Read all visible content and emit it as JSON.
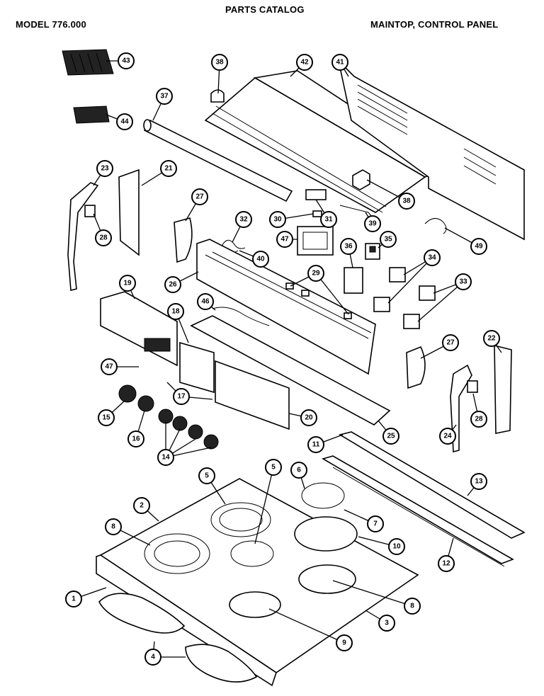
{
  "header": {
    "catalog_title": "PARTS CATALOG",
    "model": "MODEL 776.000",
    "section": "MAINTOP, CONTROL PANEL"
  },
  "callouts": [
    {
      "id": "c43",
      "label": "43"
    },
    {
      "id": "c44",
      "label": "44"
    },
    {
      "id": "c38a",
      "label": "38"
    },
    {
      "id": "c42",
      "label": "42"
    },
    {
      "id": "c41",
      "label": "41"
    },
    {
      "id": "c37",
      "label": "37"
    },
    {
      "id": "c23",
      "label": "23"
    },
    {
      "id": "c21",
      "label": "21"
    },
    {
      "id": "c28a",
      "label": "28"
    },
    {
      "id": "c27a",
      "label": "27"
    },
    {
      "id": "c32",
      "label": "32"
    },
    {
      "id": "c30",
      "label": "30"
    },
    {
      "id": "c31",
      "label": "31"
    },
    {
      "id": "c38b",
      "label": "38"
    },
    {
      "id": "c39",
      "label": "39"
    },
    {
      "id": "c47a",
      "label": "47"
    },
    {
      "id": "c40",
      "label": "40"
    },
    {
      "id": "c35",
      "label": "35"
    },
    {
      "id": "c49",
      "label": "49"
    },
    {
      "id": "c36",
      "label": "36"
    },
    {
      "id": "c34",
      "label": "34"
    },
    {
      "id": "c26",
      "label": "26"
    },
    {
      "id": "c29",
      "label": "29"
    },
    {
      "id": "c33",
      "label": "33"
    },
    {
      "id": "c19",
      "label": "19"
    },
    {
      "id": "c46",
      "label": "46"
    },
    {
      "id": "c18",
      "label": "18"
    },
    {
      "id": "c27b",
      "label": "27"
    },
    {
      "id": "c22",
      "label": "22"
    },
    {
      "id": "c47b",
      "label": "47"
    },
    {
      "id": "c17",
      "label": "17"
    },
    {
      "id": "c15",
      "label": "15"
    },
    {
      "id": "c16",
      "label": "16"
    },
    {
      "id": "c20",
      "label": "20"
    },
    {
      "id": "c25",
      "label": "25"
    },
    {
      "id": "c24",
      "label": "24"
    },
    {
      "id": "c28b",
      "label": "28"
    },
    {
      "id": "c14",
      "label": "14"
    },
    {
      "id": "c11",
      "label": "11"
    },
    {
      "id": "c5a",
      "label": "5"
    },
    {
      "id": "c5b",
      "label": "5"
    },
    {
      "id": "c6",
      "label": "6"
    },
    {
      "id": "c2",
      "label": "2"
    },
    {
      "id": "c13",
      "label": "13"
    },
    {
      "id": "c7",
      "label": "7"
    },
    {
      "id": "c8a",
      "label": "8"
    },
    {
      "id": "c10",
      "label": "10"
    },
    {
      "id": "c12",
      "label": "12"
    },
    {
      "id": "c1",
      "label": "1"
    },
    {
      "id": "c8b",
      "label": "8"
    },
    {
      "id": "c3",
      "label": "3"
    },
    {
      "id": "c9",
      "label": "9"
    },
    {
      "id": "c4",
      "label": "4"
    }
  ]
}
